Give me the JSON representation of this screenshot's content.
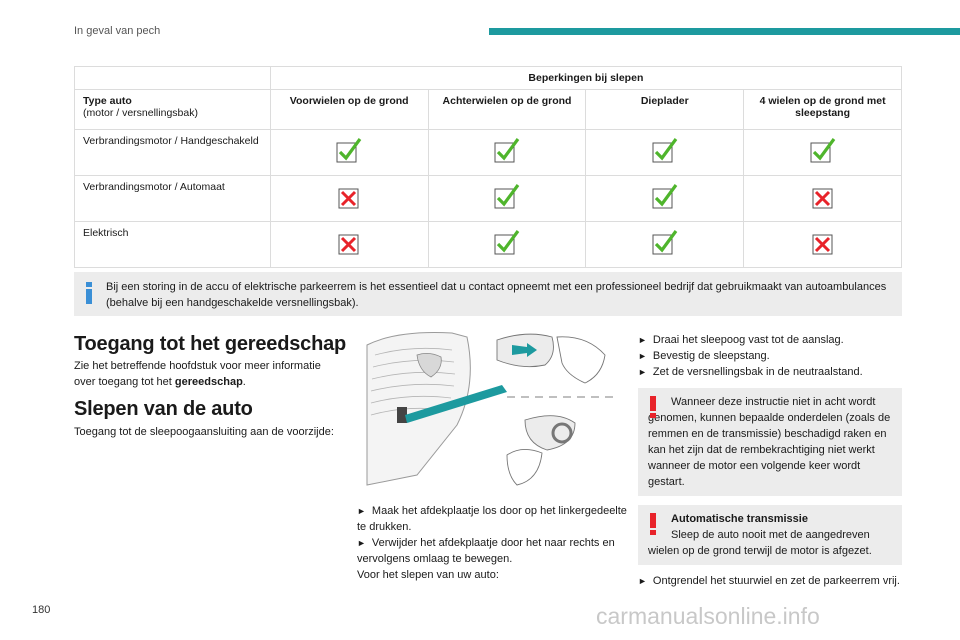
{
  "header": {
    "section_title": "In geval van pech",
    "accent_color": "#1d9a9f"
  },
  "table": {
    "group_header": "Beperkingen bij slepen",
    "type_label": "Type auto",
    "type_sub": "(motor / versnellingsbak)",
    "columns": [
      "Voorwielen op de grond",
      "Achterwielen op de grond",
      "Dieplader",
      "4 wielen op de grond met sleepstang"
    ],
    "rows": [
      {
        "label": "Verbrandingsmotor / Handgeschakeld",
        "values": [
          "check",
          "check",
          "check",
          "check"
        ]
      },
      {
        "label": "Verbrandingsmotor / Automaat",
        "values": [
          "cross",
          "check",
          "check",
          "cross"
        ]
      },
      {
        "label": "Elektrisch",
        "values": [
          "cross",
          "check",
          "check",
          "cross"
        ]
      }
    ]
  },
  "info_note": "Bij een storing in de accu of elektrische parkeerrem is het essentieel dat u contact opneemt met een professioneel bedrijf dat gebruikmaakt van autoambulances (behalve bij een handgeschakelde versnellingsbak).",
  "section1": {
    "title": "Toegang tot het gereedschap",
    "text_before": "Zie het betreffende hoofdstuk voor meer informatie over toegang tot het ",
    "text_bold": "gereedschap",
    "text_after": "."
  },
  "section2": {
    "title": "Slepen van de auto",
    "text": "Toegang tot de sleepoogaansluiting aan de voorzijde:"
  },
  "middle": {
    "bullet1": "Maak het afdekplaatje los door op het linkergedeelte te drukken.",
    "bullet2": "Verwijder het afdekplaatje door het naar rechts en vervolgens omlaag te bewegen.",
    "plain": "Voor het slepen van uw auto:"
  },
  "right": {
    "bullets": [
      "Draai het sleepoog vast tot de aanslag.",
      "Bevestig de sleepstang.",
      "Zet de versnellingsbak in de neutraalstand."
    ],
    "warning1": "Wanneer deze instructie niet in acht wordt genomen, kunnen bepaalde onderdelen (zoals de remmen en de transmissie) beschadigd raken en kan het zijn dat de rembekrachtiging niet werkt wanneer de motor een volgende keer wordt gestart.",
    "warning2_title": "Automatische transmissie",
    "warning2_text": "Sleep de auto nooit met de aangedreven wielen op de grond terwijl de motor is afgezet.",
    "final_bullet": "Ontgrendel het stuurwiel en zet de parkeerrem vrij."
  },
  "footer": {
    "page_number": "180",
    "watermark": "carmanualsonline.info"
  },
  "colors": {
    "check": "#4fb52c",
    "cross": "#e8232a",
    "box_bg": "#ececec",
    "info_icon": "#3a8fd6",
    "warn_icon": "#e8232a"
  }
}
